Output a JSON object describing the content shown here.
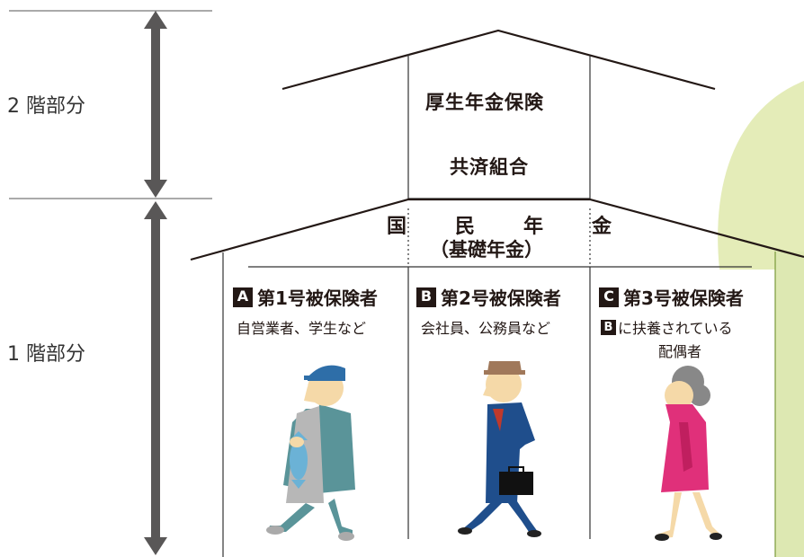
{
  "levels": {
    "second": "2 階部分",
    "first": "1 階部分"
  },
  "upper": {
    "line1": "厚生年金保険",
    "line2": "共済組合"
  },
  "kokumin": {
    "chars": [
      "国",
      "民",
      "年",
      "金"
    ],
    "sub": "（基礎年金）"
  },
  "categories": [
    {
      "badge": "A",
      "title": "第1号被保険者",
      "desc": "自営業者、学生など",
      "figure": "fisherman-figure-icon"
    },
    {
      "badge": "B",
      "title": "第2号被保険者",
      "desc": "会社員、公務員など",
      "figure": "businessman-figure-icon"
    },
    {
      "badge": "C",
      "title": "第3号被保険者",
      "desc_badge": "B",
      "desc_a": "に扶養されている",
      "desc_b": "配偶者",
      "figure": "woman-figure-icon"
    }
  ],
  "colors": {
    "line": "#231815",
    "arrow": "#595757",
    "background_green": "#e4ecb8",
    "wall_green": "#dde8b2"
  }
}
